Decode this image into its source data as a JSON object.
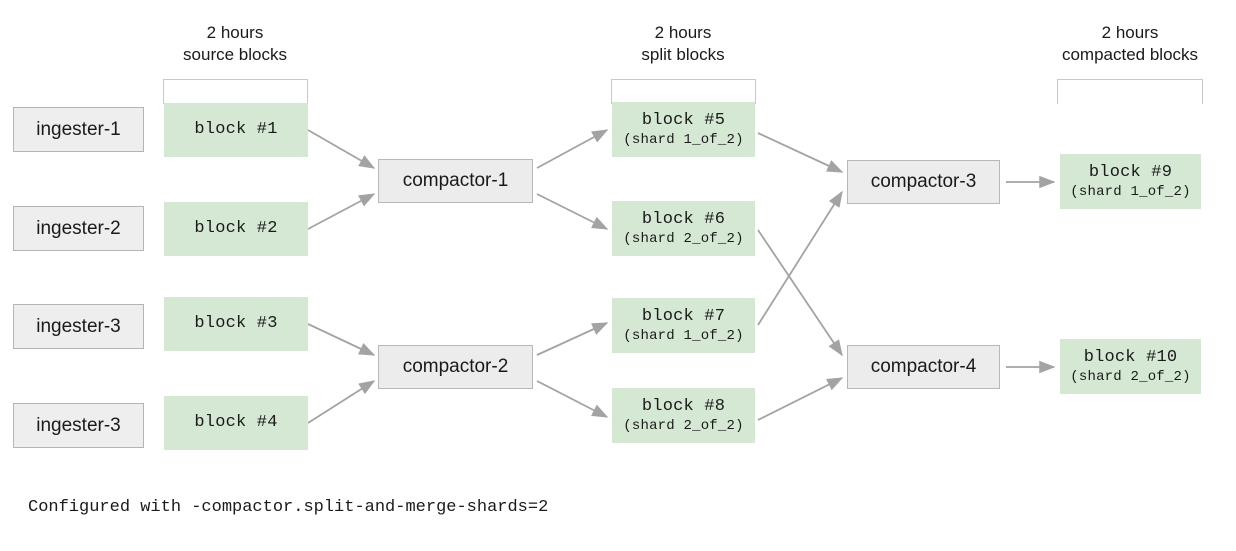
{
  "diagram": {
    "title_caption": "Configured with -compactor.split-and-merge-shards=2",
    "colors": {
      "block_fill": "#d5e8d4",
      "node_fill": "#eeeeee",
      "node_border": "#b4b4b4",
      "arrow": "#a3a3a3",
      "text": "#1a1a1a",
      "bracket": "#c8c8c8",
      "background": "#ffffff"
    },
    "group_labels": [
      {
        "line1": "2 hours",
        "line2": "source blocks"
      },
      {
        "line1": "2 hours",
        "line2": "split blocks"
      },
      {
        "line1": "2 hours",
        "line2": "compacted blocks"
      }
    ],
    "ingesters": [
      {
        "label": "ingester-1"
      },
      {
        "label": "ingester-2"
      },
      {
        "label": "ingester-3"
      },
      {
        "label": "ingester-3"
      }
    ],
    "source_blocks": [
      {
        "main": "block #1",
        "sub": ""
      },
      {
        "main": "block #2",
        "sub": ""
      },
      {
        "main": "block #3",
        "sub": ""
      },
      {
        "main": "block #4",
        "sub": ""
      }
    ],
    "split_blocks": [
      {
        "main": "block #5",
        "sub": "(shard 1_of_2)"
      },
      {
        "main": "block #6",
        "sub": "(shard 2_of_2)"
      },
      {
        "main": "block #7",
        "sub": "(shard 1_of_2)"
      },
      {
        "main": "block #8",
        "sub": "(shard 2_of_2)"
      }
    ],
    "compacted_blocks": [
      {
        "main": "block #9",
        "sub": "(shard 1_of_2)"
      },
      {
        "main": "block #10",
        "sub": "(shard 2_of_2)"
      }
    ],
    "compactors": [
      {
        "label": "compactor-1"
      },
      {
        "label": "compactor-2"
      },
      {
        "label": "compactor-3"
      },
      {
        "label": "compactor-4"
      }
    ]
  }
}
